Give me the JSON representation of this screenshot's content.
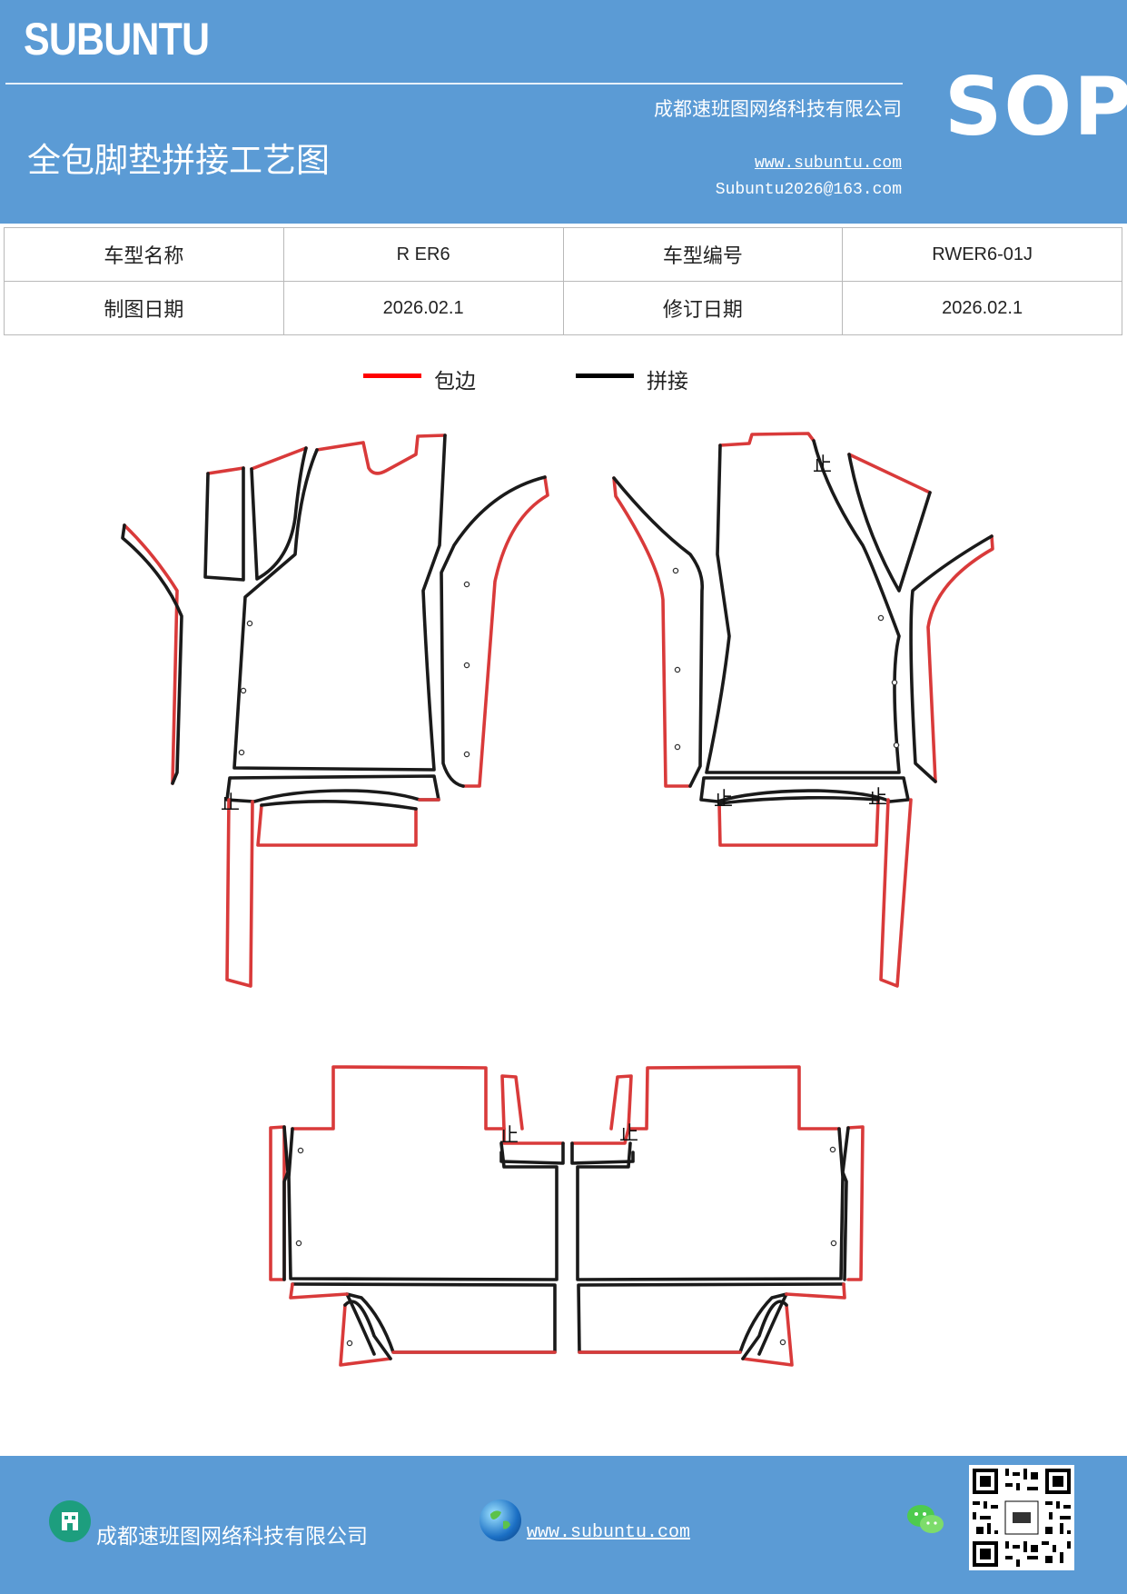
{
  "header": {
    "brand": "SUBUNTU",
    "company": "成都速班图网络科技有限公司",
    "title": "全包脚垫拼接工艺图",
    "website": "www.subuntu.com",
    "email": "Subuntu2026@163.com",
    "badge": "SOP",
    "background_color": "#5b9bd5"
  },
  "info_table": {
    "rows": [
      {
        "label1": "车型名称",
        "value1": "R ER6",
        "label2": "车型编号",
        "value2": "RWER6-01J"
      },
      {
        "label1": "制图日期",
        "value1": "2026.02.1",
        "label2": "修订日期",
        "value2": "2026.02.1"
      }
    ]
  },
  "legend": {
    "items": [
      {
        "label": "包边",
        "color": "#ff0000"
      },
      {
        "label": "拼接",
        "color": "#000000"
      }
    ]
  },
  "diagram": {
    "stop_mark": "止",
    "edge_color": "#d93a3a",
    "seam_color": "#1a1a1a"
  },
  "footer": {
    "company": "成都速班图网络科技有限公司",
    "website": "www.subuntu.com",
    "icons": [
      "building-icon",
      "globe-icon",
      "wechat-icon",
      "qr-code"
    ]
  }
}
